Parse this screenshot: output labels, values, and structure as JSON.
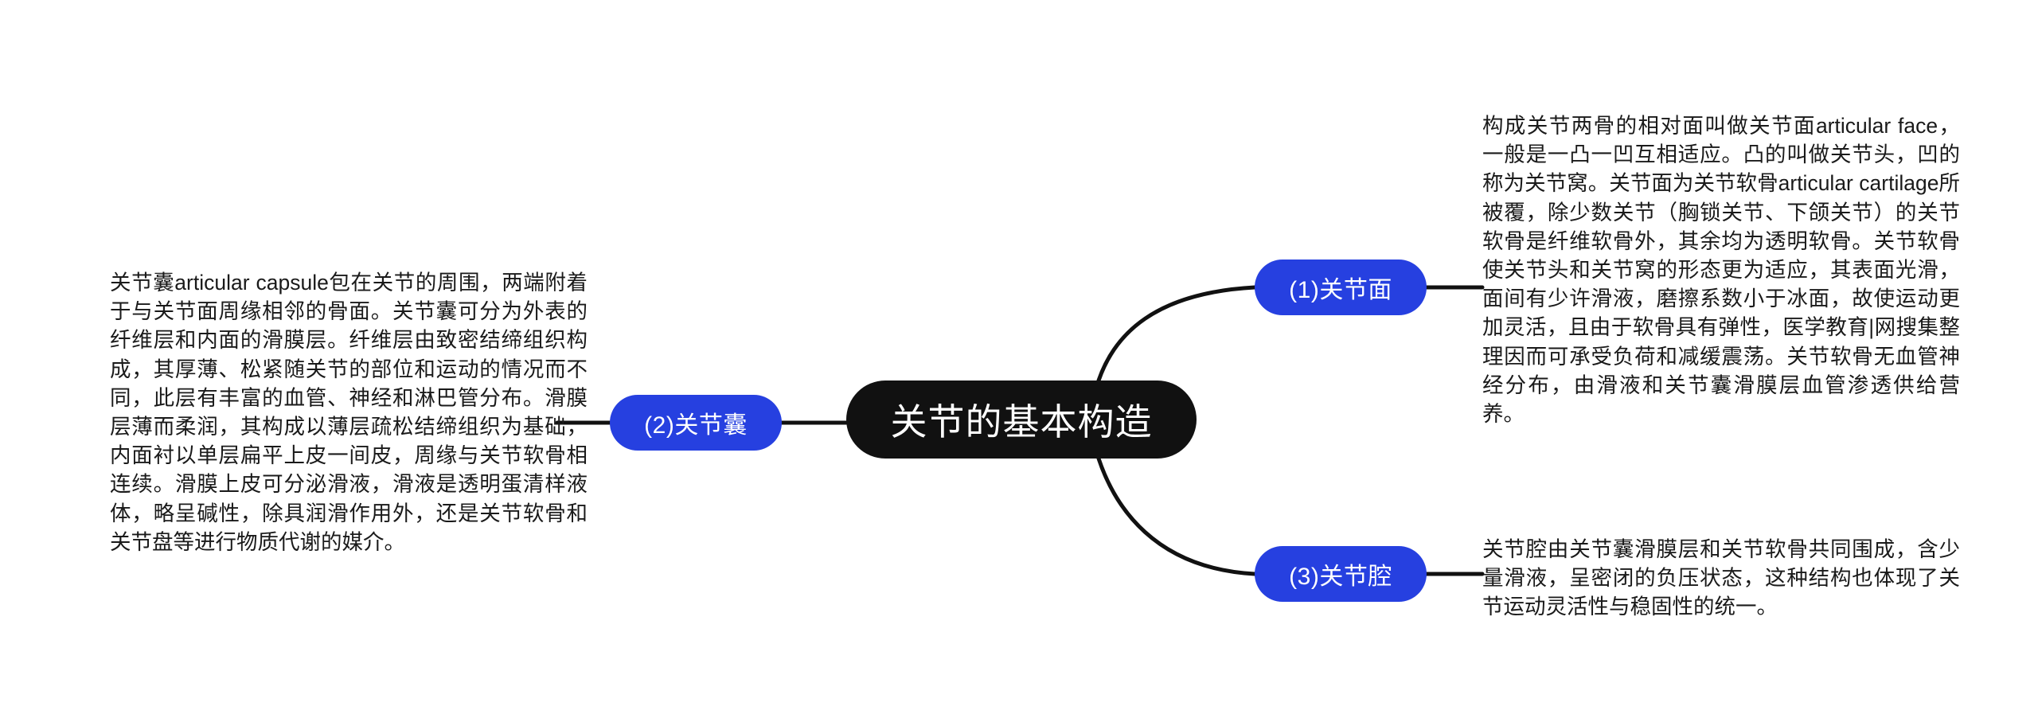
{
  "diagram": {
    "type": "mind-map",
    "title": "关节的基本构造",
    "colors": {
      "center_node_bg": "#111111",
      "branch_node_bg": "#2640e0",
      "node_text": "#ffffff",
      "body_text": "#1a1a1a",
      "connector": "#111111",
      "background": "#ffffff"
    },
    "center": {
      "label": "关节的基本构造"
    },
    "branches": [
      {
        "id": "branch-1",
        "label": "(1)关节面",
        "side": "right",
        "description": "构成关节两骨的相对面叫做关节面articular face，一般是一凸一凹互相适应。凸的叫做关节头，凹的称为关节窝。关节面为关节软骨articular cartilage所被覆，除少数关节（胸锁关节、下颌关节）的关节软骨是纤维软骨外，其余均为透明软骨。关节软骨使关节头和关节窝的形态更为适应，其表面光滑，面间有少许滑液，磨擦系数小于冰面，故使运动更加灵活，且由于软骨具有弹性，医学教育|网搜集整理因而可承受负荷和减缓震荡。关节软骨无血管神经分布，由滑液和关节囊滑膜层血管渗透供给营养。"
      },
      {
        "id": "branch-2",
        "label": "(2)关节囊",
        "side": "left",
        "description": "关节囊articular capsule包在关节的周围，两端附着于与关节面周缘相邻的骨面。关节囊可分为外表的纤维层和内面的滑膜层。纤维层由致密结缔组织构成，其厚薄、松紧随关节的部位和运动的情况而不同，此层有丰富的血管、神经和淋巴管分布。滑膜层薄而柔润，其构成以薄层疏松结缔组织为基础，内面衬以单层扁平上皮一间皮，周缘与关节软骨相连续。滑膜上皮可分泌滑液，滑液是透明蛋清样液体，略呈碱性，除具润滑作用外，还是关节软骨和关节盘等进行物质代谢的媒介。"
      },
      {
        "id": "branch-3",
        "label": "(3)关节腔",
        "side": "right",
        "description": "关节腔由关节囊滑膜层和关节软骨共同围成，含少量滑液，呈密闭的负压状态，这种结构也体现了关节运动灵活性与稳固性的统一。"
      }
    ]
  }
}
